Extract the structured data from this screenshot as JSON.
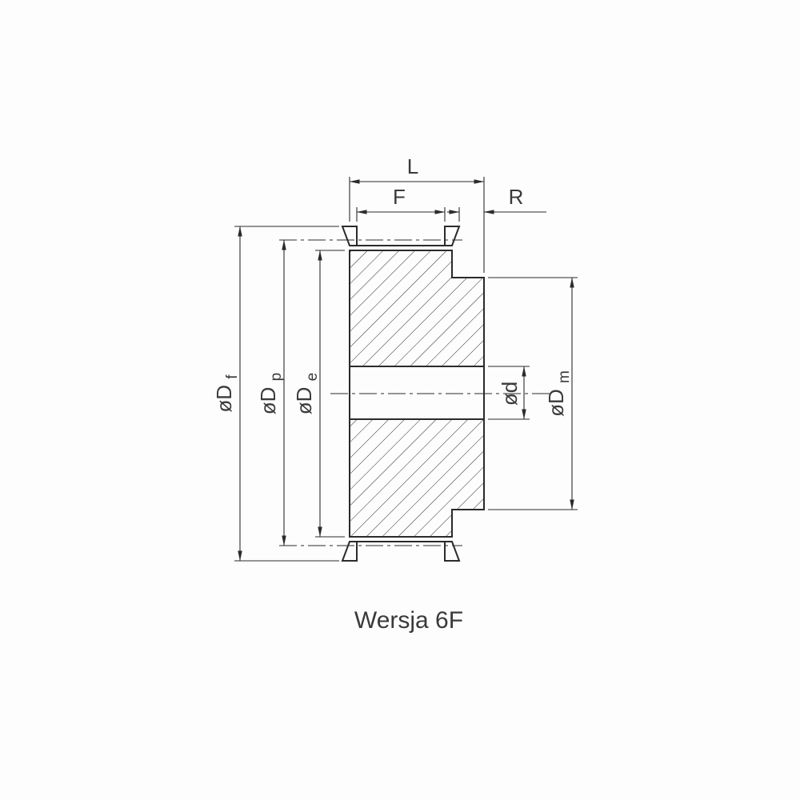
{
  "drawing": {
    "caption": "Wersja 6F",
    "dimensions": {
      "total_length": {
        "label": "L"
      },
      "belt_face_width": {
        "label": "F"
      },
      "hub_offset": {
        "label": "R"
      },
      "flange_diameter": {
        "label": "øD",
        "sub": "f"
      },
      "pitch_diameter": {
        "label": "øD",
        "sub": "p"
      },
      "outer_diameter": {
        "label": "øD",
        "sub": "e"
      },
      "bore_diameter": {
        "label": "ød",
        "sub": ""
      },
      "hub_diameter": {
        "label": "øD",
        "sub": "m"
      }
    }
  },
  "colors": {
    "line": "#2b2b2b",
    "text": "#3a3a3a",
    "background": "#ffffff"
  }
}
